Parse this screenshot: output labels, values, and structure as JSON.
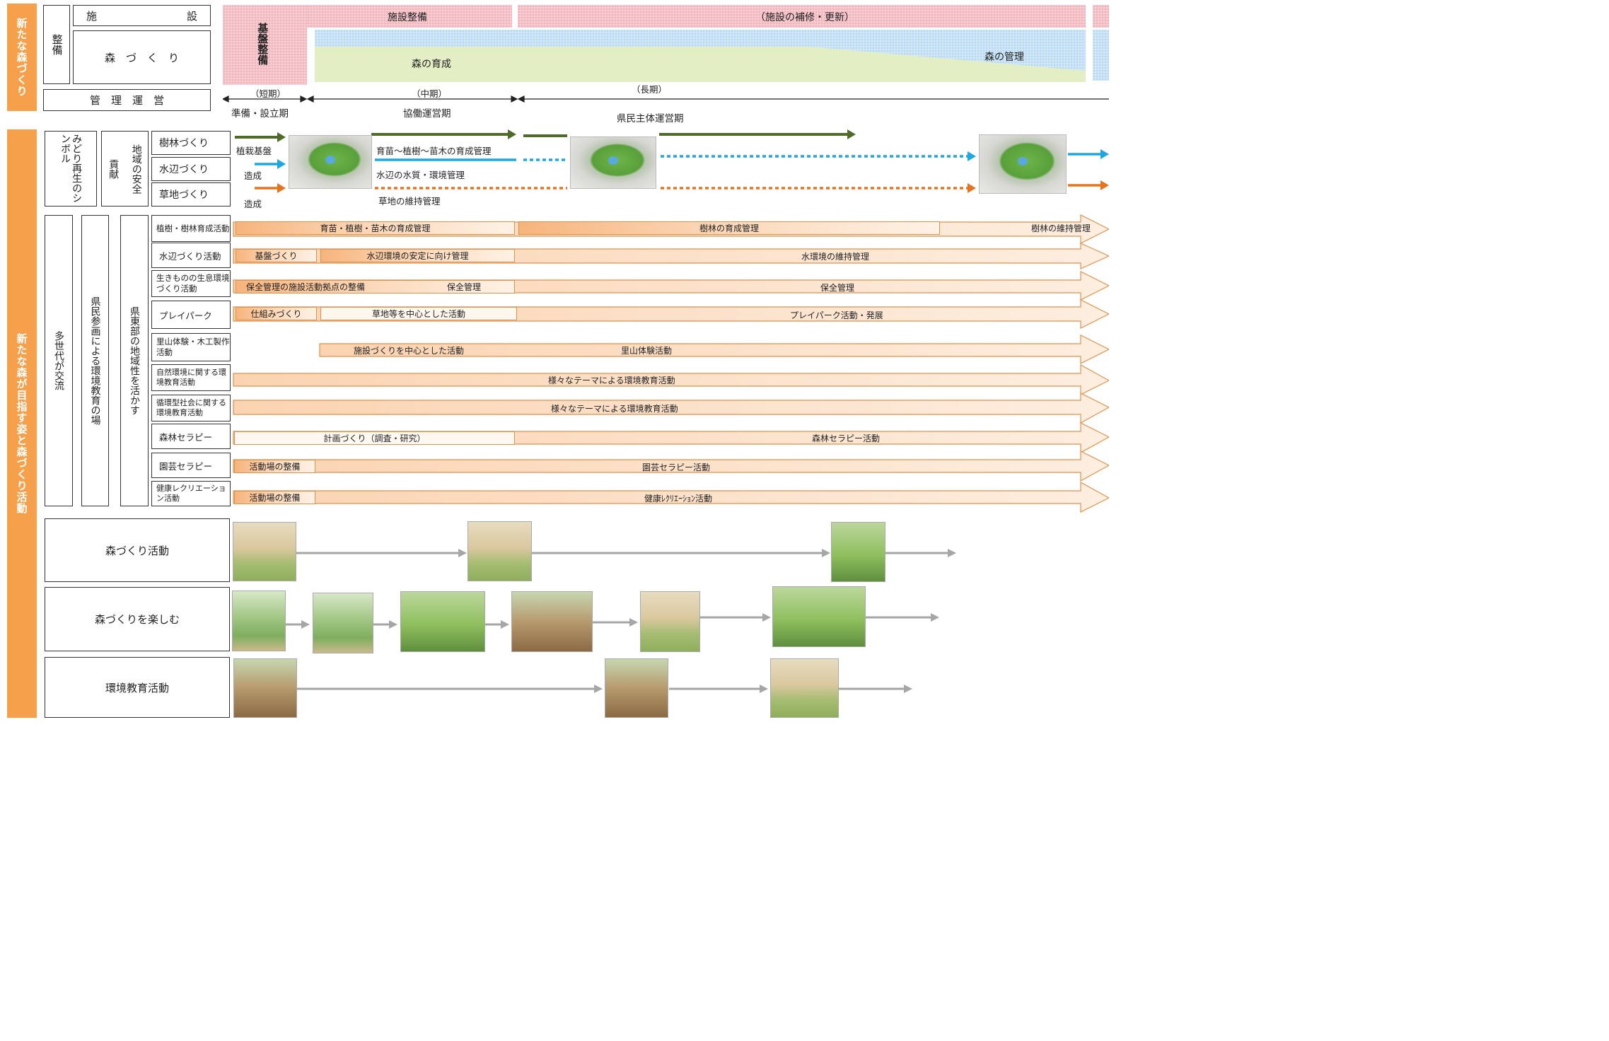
{
  "sections": {
    "top": "新たな森づくり",
    "bottom": "新たな森が目指す姿と森づくり活動"
  },
  "legend": {
    "seibi": "整備",
    "shisetsu_1": "施",
    "shisetsu_2": "設",
    "morizukuri": "森　づ　く　り",
    "kanri": "管　理　運　営"
  },
  "bands": {
    "kiban": "基盤整備",
    "shisetsu_seibi": "施設整備",
    "hoshu": "（施設の補修・更新）",
    "mori_ikusei": "森の育成",
    "mori_kanri": "森の管理"
  },
  "periods": [
    {
      "term": "（短期）",
      "name": "準備・設立期"
    },
    {
      "term": "（中期）",
      "name": "協働運営期"
    },
    {
      "term": "（長期）",
      "name": "県民主体運営期"
    }
  ],
  "symbol": {
    "col1": "みどり再生のシンボル",
    "col2": "貢献",
    "col3": "地域の安全",
    "rows": [
      "樹林づくり",
      "水辺づくり",
      "草地づくり"
    ],
    "starts": [
      "植栽基盤",
      "造成",
      "造成"
    ],
    "mids": [
      "育苗～植樹～苗木の育成管理",
      "水辺の水質・環境管理",
      "草地の維持管理"
    ]
  },
  "activities": {
    "col1": "多世代が交流",
    "col2": "県民参画による環境教育の場",
    "col3": "県東部の地域性を活かす",
    "rows": [
      {
        "label": "植樹・樹林育成活動",
        "s1": "育苗・植樹・苗木の育成管理",
        "s2": "樹林の育成管理",
        "s3": "樹林の維持管理"
      },
      {
        "label": "水辺づくり活動",
        "s1": "基盤づくり",
        "s2": "水辺環境の安定に向け管理",
        "s3": "水環境の維持管理"
      },
      {
        "label": "生きものの生息環境づくり活動",
        "s1": "保全管理の施設活動拠点の整備",
        "s2": "保全管理",
        "s3": "保全管理"
      },
      {
        "label": "プレイパーク",
        "s1": "仕組みづくり",
        "s2": "草地等を中心とした活動",
        "s3": "プレイパーク活動・発展"
      },
      {
        "label": "里山体験・木工製作活動",
        "s1": "施設づくりを中心とした活動",
        "s2": "里山体験活動"
      },
      {
        "label": "自然環境に関する環境教育活動",
        "s1": "様々なテーマによる環境教育活動"
      },
      {
        "label": "循環型社会に関する環境教育活動",
        "s1": "様々なテーマによる環境教育活動"
      },
      {
        "label": "森林セラピー",
        "s1": "計画づくり（調査・研究）",
        "s2": "森林セラピー活動"
      },
      {
        "label": "園芸セラピー",
        "s1": "活動場の整備",
        "s2": "園芸セラピー活動"
      },
      {
        "label": "健康レクリエーション活動",
        "s1": "活動場の整備",
        "s2": "健康ﾚｸﾘｴｰｼｮﾝ活動"
      }
    ]
  },
  "photo_rows": [
    "森づくり活動",
    "森づくりを楽しむ",
    "環境教育活動"
  ],
  "colors": {
    "orange": "#f7a04b",
    "dark_green": "#4f6b2a",
    "blue": "#1ea7e0",
    "arrow_orange": "#e8731e",
    "gray_arrow": "#a6a6a6"
  }
}
